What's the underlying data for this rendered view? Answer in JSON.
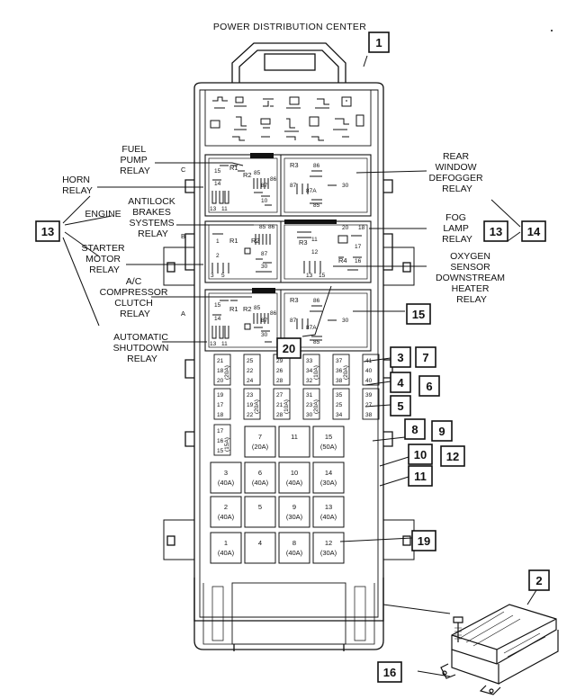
{
  "title": "POWER DISTRIBUTION CENTER",
  "relay_labels": {
    "fuel_pump": [
      "FUEL",
      "PUMP",
      "RELAY"
    ],
    "horn": [
      "HORN",
      "RELAY"
    ],
    "antilock": [
      "ANTILOCK",
      "BRAKES",
      "SYSTEMS",
      "RELAY"
    ],
    "engine_starter": [
      "ENGINE",
      "STARTER",
      "MOTOR",
      "RELAY"
    ],
    "ac_clutch": [
      "A/C",
      "COMPRESSOR",
      "CLUTCH",
      "RELAY"
    ],
    "auto_shutdown": [
      "AUTOMATIC",
      "SHUTDOWN",
      "RELAY"
    ],
    "rear_defogger": [
      "REAR",
      "WINDOW",
      "DEFOGGER",
      "RELAY"
    ],
    "fog_lamp": [
      "FOG",
      "LAMP",
      "RELAY"
    ],
    "oxygen_sensor": [
      "OXYGEN",
      "SENSOR",
      "DOWNSTREAM",
      "HEATER",
      "RELAY"
    ]
  },
  "row_letters": {
    "c": "C",
    "b": "B",
    "a": "A"
  },
  "callouts": {
    "c1": "1",
    "c2": "2",
    "c3": "3",
    "c4": "4",
    "c5": "5",
    "c6": "6",
    "c7": "7",
    "c8": "8",
    "c9": "9",
    "c10": "10",
    "c11": "11",
    "c12": "12",
    "c13a": "13",
    "c13b": "13",
    "c14": "14",
    "c15": "15",
    "c16": "16",
    "c19": "19",
    "c20": "20"
  },
  "relay_block_c": {
    "r1": "R1",
    "r2": "R2",
    "r3": "R3",
    "p15": "15",
    "p14": "14",
    "p13": "13",
    "p11": "11",
    "p85": "85",
    "p86": "86",
    "p87": "87",
    "p10": "10",
    "p86b": "86",
    "p87b": "87",
    "p87a": "87A",
    "p30": "30",
    "p85b": "85"
  },
  "relay_block_b": {
    "r1": "R1",
    "r2": "R2",
    "r3": "R3",
    "r4": "R4",
    "p1": "1",
    "p2": "2",
    "p3": "3",
    "p5": "5",
    "p85": "85",
    "p86": "86",
    "p87": "87",
    "p30": "30",
    "p11": "11",
    "p12": "12",
    "p13": "13",
    "p15": "15",
    "p20": "20",
    "p18": "18",
    "p17": "17",
    "p16": "16"
  },
  "relay_block_a": {
    "r1": "R1",
    "r2": "R2",
    "r3": "R3",
    "p15": "15",
    "p14": "14",
    "p13": "13",
    "p11": "11",
    "p85": "85",
    "p86": "86",
    "p87": "87",
    "p30": "30",
    "p86b": "86",
    "p87b": "87",
    "p87a": "87A",
    "p30b": "30",
    "p85b": "85"
  },
  "mini_fuses_row1": [
    {
      "top": "21",
      "mid": "18",
      "bot": "20",
      "amp": "(20A)"
    },
    {
      "top": "25",
      "mid": "22",
      "bot": "24",
      "amp": ""
    },
    {
      "top": "29",
      "mid": "26",
      "bot": "28",
      "amp": ""
    },
    {
      "top": "33",
      "mid": "34",
      "bot": "32",
      "amp": "(10A)"
    },
    {
      "top": "37",
      "mid": "36",
      "bot": "38",
      "amp": "(20A)"
    },
    {
      "top": "41",
      "mid": "40",
      "bot": "40",
      "amp": ""
    }
  ],
  "mini_fuses_row2": [
    {
      "top": "19",
      "mid": "17",
      "bot": "18",
      "amp": ""
    },
    {
      "top": "23",
      "mid": "19",
      "bot": "22",
      "amp": "(20A)"
    },
    {
      "top": "27",
      "mid": "21",
      "bot": "28",
      "amp": "(10A)"
    },
    {
      "top": "31",
      "mid": "23",
      "bot": "30",
      "amp": "(20A)"
    },
    {
      "top": "35",
      "mid": "25",
      "bot": "34",
      "amp": ""
    },
    {
      "top": "39",
      "mid": "27",
      "bot": "38",
      "amp": ""
    }
  ],
  "mini_fuse_17": {
    "top": "17",
    "mid": "16",
    "bot": "15",
    "amp": "(15A)"
  },
  "maxi_fuses": [
    [
      {
        "num": "7",
        "amp": "(20A)"
      },
      {
        "num": "11",
        "amp": ""
      },
      {
        "num": "15",
        "amp": "(50A)"
      }
    ],
    [
      {
        "num": "3",
        "amp": "(40A)"
      },
      {
        "num": "6",
        "amp": "(40A)"
      },
      {
        "num": "10",
        "amp": "(40A)"
      },
      {
        "num": "14",
        "amp": "(30A)"
      }
    ],
    [
      {
        "num": "2",
        "amp": "(40A)"
      },
      {
        "num": "5",
        "amp": ""
      },
      {
        "num": "9",
        "amp": "(30A)"
      },
      {
        "num": "13",
        "amp": "(40A)"
      }
    ],
    [
      {
        "num": "1",
        "amp": "(40A)"
      },
      {
        "num": "4",
        "amp": ""
      },
      {
        "num": "8",
        "amp": "(40A)"
      },
      {
        "num": "12",
        "amp": "(30A)"
      }
    ]
  ]
}
